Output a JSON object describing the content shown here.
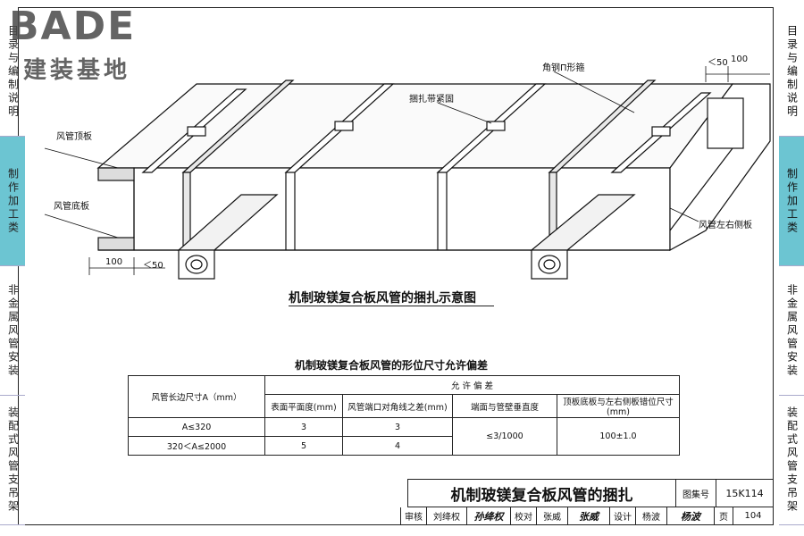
{
  "logo": {
    "brand": "BADE",
    "subtitle": "建装基地"
  },
  "side_left": [
    {
      "label": "目录与编制说明",
      "active": false
    },
    {
      "label": "制作加工类",
      "active": true
    },
    {
      "label": "非金属风管安装",
      "active": false
    },
    {
      "label": "装配式风管支吊架",
      "active": false
    }
  ],
  "side_right": [
    {
      "label": "目录与编制说明",
      "active": false
    },
    {
      "label": "制作加工类",
      "active": true
    },
    {
      "label": "非金属风管安装",
      "active": false
    },
    {
      "label": "装配式风管支吊架",
      "active": false
    }
  ],
  "drawing": {
    "caption": "机制玻镁复合板风管的捆扎示意图",
    "labels": {
      "top_plate": "风管顶板",
      "bottom_plate": "风管底板",
      "side_plate": "风管左右侧板",
      "angle_steel": "角钢Π形箍",
      "strap": "捆扎带紧固",
      "dim_le50_top": "＜50",
      "dim_100_top": "100",
      "dim_100_bottom": "100",
      "dim_le50_bottom": "＜50"
    }
  },
  "tolerance_table": {
    "title": "机制玻镁复合板风管的形位尺寸允许偏差",
    "col_first": "风管长边尺寸A（mm）",
    "col_group": "允 许 偏 差",
    "sub_headers": [
      "表面平面度(mm)",
      "风管端口对角线之差(mm)",
      "端面与管壁垂直度",
      "顶板底板与左右侧板错位尺寸(mm)"
    ],
    "rows": [
      {
        "range": "A≤320",
        "flatness": "3",
        "diagonal": "3"
      },
      {
        "range": "320＜A≤2000",
        "flatness": "5",
        "diagonal": "4"
      }
    ],
    "perpendicularity": "≤3/1000",
    "misalignment": "100±1.0"
  },
  "title_block": {
    "title": "机制玻镁复合板风管的捆扎",
    "atlas_label": "图集号",
    "atlas_code": "15K114",
    "review_label": "审核",
    "review_name": "刘绛权",
    "review_sig": "孙绛权",
    "check_label": "校对",
    "check_name": "张威",
    "check_sig": "张威",
    "design_label": "设计",
    "design_name": "杨波",
    "design_sig": "杨波",
    "page_label": "页",
    "page_no": "104"
  }
}
